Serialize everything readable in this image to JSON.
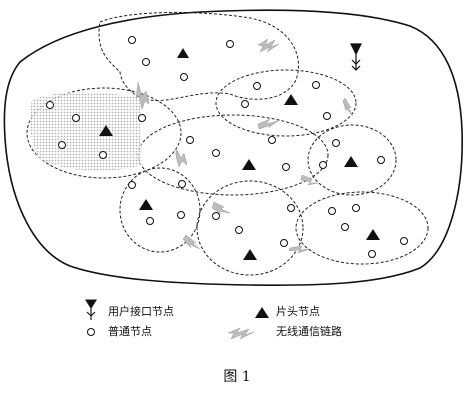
{
  "legend": {
    "user_interface_node": "用户接口节点",
    "ordinary_node": "普通节点",
    "cluster_head_node": "片头节点",
    "wireless_link": "无线通信链路"
  },
  "caption": "图 1",
  "colors": {
    "ink": "#111111",
    "shade": "#c8c8c8",
    "background": "#ffffff"
  }
}
